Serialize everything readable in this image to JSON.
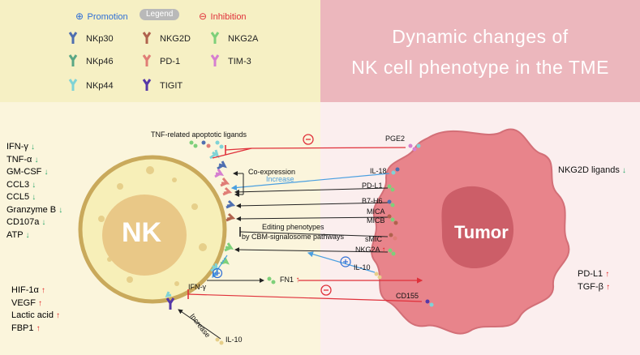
{
  "title": {
    "line1": "Dynamic changes of",
    "line2": "NK cell phenotype in the TME"
  },
  "legend": {
    "promotion": "Promotion",
    "legend_label": "Legend",
    "inhibition": "Inhibition",
    "items": [
      {
        "label": "NKp30",
        "color": "#4f6fb0"
      },
      {
        "label": "NKG2D",
        "color": "#b0624d"
      },
      {
        "label": "NKG2A",
        "color": "#7ed07a"
      },
      {
        "label": "NKp46",
        "color": "#5aa785"
      },
      {
        "label": "PD-1",
        "color": "#e07d76"
      },
      {
        "label": "TIM-3",
        "color": "#d67fd0"
      },
      {
        "label": "NKp44",
        "color": "#7fd3d6"
      },
      {
        "label": "TIGIT",
        "color": "#5538a8"
      }
    ]
  },
  "left_list": [
    {
      "label": "IFN-γ",
      "dir": "↓"
    },
    {
      "label": "TNF-α",
      "dir": "↓"
    },
    {
      "label": "GM-CSF",
      "dir": "↓"
    },
    {
      "label": "CCL3",
      "dir": "↓"
    },
    {
      "label": "CCL5",
      "dir": "↓"
    },
    {
      "label": "Granzyme B",
      "dir": "↓"
    },
    {
      "label": "CD107a",
      "dir": "↓"
    },
    {
      "label": "ATP",
      "dir": "↓"
    }
  ],
  "left_list2": [
    {
      "label": "HIF-1α",
      "dir": "↑"
    },
    {
      "label": "VEGF",
      "dir": "↑"
    },
    {
      "label": "Lactic acid",
      "dir": "↑"
    },
    {
      "label": "FBP1",
      "dir": "↑"
    }
  ],
  "nk_label": "NK",
  "tumor_label": "Tumor",
  "labels": {
    "trail": "TNF-related apoptotic ligands",
    "coexpression": "Co-expression",
    "increase": "Increase",
    "editing1": "Editing phenotypes",
    "editing2": "by CBM-signalosome pathways",
    "ifn": "IFN-γ",
    "fn1": "FN1",
    "increase2": "Increase",
    "il10_bottom": "IL-10"
  },
  "tumor_factors": {
    "pge2": "PGE2",
    "il18": "IL-18",
    "pdl1": "PD-L1",
    "b7h6": "B7-H6",
    "mica": "MICA",
    "micb": "MICB",
    "smic": "sMIC",
    "nkg2a": "NKG2A",
    "il10": "IL-10",
    "cd155": "CD155"
  },
  "right_side": {
    "nkg2d_ligands": "NKG2D ligands",
    "nkg2d_dir": "↓",
    "pdl1": "PD-L1",
    "pdl1_dir": "↑",
    "tgfb": "TGF-β",
    "tgfb_dir": "↑"
  },
  "colors": {
    "promotion": "#2f6fd6",
    "inhibition": "#e0303a",
    "nk_membrane": "#c9a95b",
    "tumor": "#e07a82"
  }
}
